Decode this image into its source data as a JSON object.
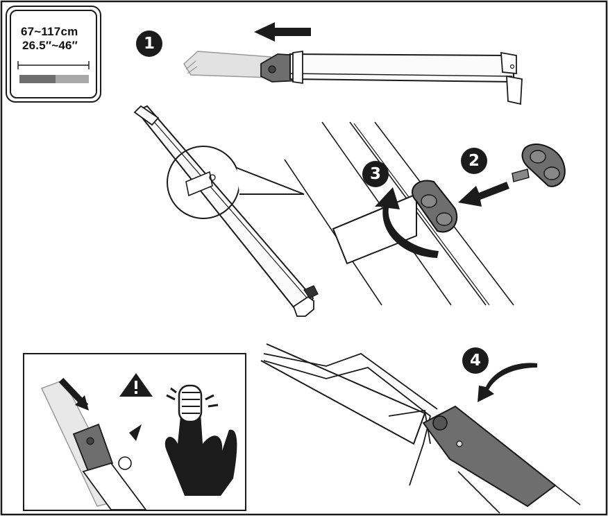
{
  "measure": {
    "cm": "67~117cm",
    "inch": "26.5″~46″"
  },
  "steps": [
    "1",
    "2",
    "3",
    "4"
  ],
  "icons": [
    "arrow-left-icon",
    "warning-icon",
    "finger-pinch-icon",
    "rotate-arrow-icon",
    "knob-icon"
  ],
  "colors": {
    "ink": "#1b1b1b",
    "dark_part": "#6e6e6e",
    "light_part": "#a8a8a8"
  }
}
